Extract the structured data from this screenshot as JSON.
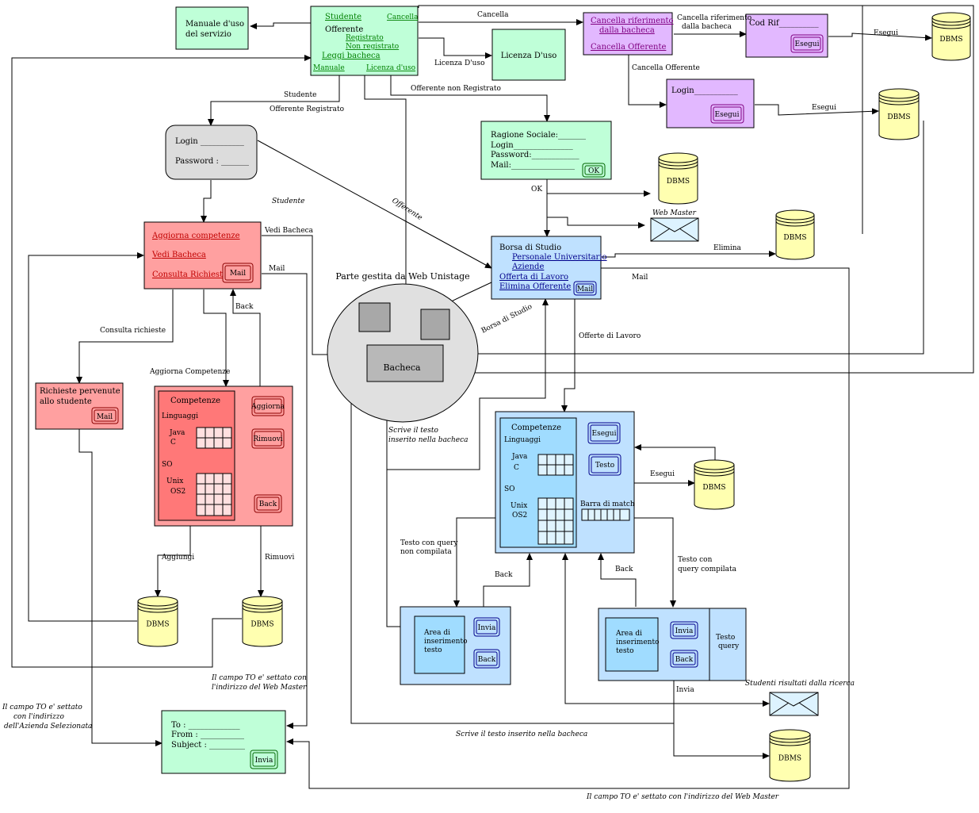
{
  "manuale_box": {
    "line1": "Manuale d'uso",
    "line2": "del  servizio"
  },
  "home": {
    "studente": "Studente",
    "cancella": "Cancella",
    "offerente": "Offerente",
    "registrato": "Registrato",
    "non_registrato": "Non registrato",
    "leggi_bacheca": "Leggi bacheca",
    "manuale": "Manuale",
    "licenza": "Licenza d'uso"
  },
  "licenza_box": {
    "label": "Licenza D'uso"
  },
  "cancella_box": {
    "line1": "Cancella riferimento",
    "line2": "dalla bacheca",
    "line3": "Cancella Offerente"
  },
  "codrif_box": {
    "label": "Cod Rif__________",
    "button": "Esegui"
  },
  "login_offerente_box": {
    "label": "Login___________",
    "button": "Esegui"
  },
  "login_box": {
    "login": "Login ___________",
    "password": "Password : _______"
  },
  "registrazione_box": {
    "ragione": "Ragione Sociale:_______",
    "login": "Login_______________",
    "password": "Password:____________",
    "mail": "Mail:________________",
    "button": "OK"
  },
  "borsa_box": {
    "title": "Borsa di Studio",
    "personale": "Personale Universitario",
    "aziende": "Aziende",
    "offerta": "Offerta di Lavoro",
    "elimina": "Elimina Offerente",
    "button": "Mail"
  },
  "studente_menu": {
    "aggiorna": "Aggiorna competenze",
    "vedi": "Vedi Bacheca",
    "consulta": "Consulta Richieste",
    "button": "Mail"
  },
  "richieste_box": {
    "line1": "Richieste pervenute",
    "line2": "allo studente",
    "button": "Mail"
  },
  "competenze_rosso": {
    "title": "Competenze",
    "linguaggi": "Linguaggi",
    "java": "Java",
    "c": "C",
    "so": "SO",
    "unix": "Unix",
    "os2": "OS2",
    "aggiorna": "Aggiorna",
    "rimuovi": "Rimuovi",
    "back": "Back"
  },
  "competenze_blu": {
    "title": "Competenze",
    "linguaggi": "Linguaggi",
    "java": "Java",
    "c": "C",
    "so": "SO",
    "unix": "Unix",
    "os2": "OS2",
    "esegui": "Esegui",
    "testo": "Testo",
    "barra": "Barra di match"
  },
  "area_sx": {
    "line1": "Area di",
    "line2": "inserimento",
    "line3": "testo",
    "invia": "Invia",
    "back": "Back"
  },
  "area_dx": {
    "line1": "Area di",
    "line2": "inserimento",
    "line3": "testo",
    "invia": "Invia",
    "back": "Back",
    "testo": "Testo",
    "query": "query"
  },
  "mail_form": {
    "to": "To : _____________",
    "from": "From : ___________",
    "subject": "Subject : _________",
    "button": "Invia"
  },
  "ellipse": {
    "title": "Parte gestita da Web Unistage",
    "bacheca": "Bacheca"
  },
  "dbms": {
    "label": "DBMS"
  },
  "labels": {
    "cancella": "Cancella",
    "cancella_rif": "Cancella riferimento",
    "dalla_bacheca": "dalla bacheca",
    "esegui": "Esegui",
    "licenza": "Licenza D'uso",
    "cancella_offerente": "Cancella Offerente",
    "offerente_non_reg": "Offerente non Registrato",
    "studente": "Studente",
    "offerente_reg": "Offerente Registrato",
    "studente_it": "Studente",
    "offerente_it": "Offerente",
    "ok": "OK",
    "web_master": "Web Master",
    "vedi_bacheca": "Vedi Bacheca",
    "mail": "Mail",
    "elimina": "Elimina",
    "back": "Back",
    "consulta_richieste": "Consulta richieste",
    "aggiorna_competenze": "Aggiorna Competenze",
    "borsa_studio": "Borsa di Studio",
    "offerte_lavoro": "Offerte di Lavoro",
    "scrive1": "Scrive il testo",
    "scrive2": "inserito nella bacheca",
    "aggiungi": "Aggiungi",
    "rimuovi": "Rimuovi",
    "testo_non1": "Testo con query",
    "testo_non2": "non compilata",
    "testo_con1": "Testo con",
    "testo_con2": "query compilata",
    "invia": "Invia",
    "studenti_risultati": "Studenti risultati dalla ricerca",
    "campo_wm1": "Il campo TO e' settato con",
    "campo_wm2": "l'indirizzo del Web  Master",
    "campo_az1": "Il campo TO e' settato",
    "campo_az2": "con l'indirizzo",
    "campo_az3": "dell'Azienda Selezionata",
    "scrive_full": "Scrive il testo inserito nella bacheca",
    "campo_bottom": "Il campo TO e' settato con l'indirizzo del Web  Master"
  }
}
